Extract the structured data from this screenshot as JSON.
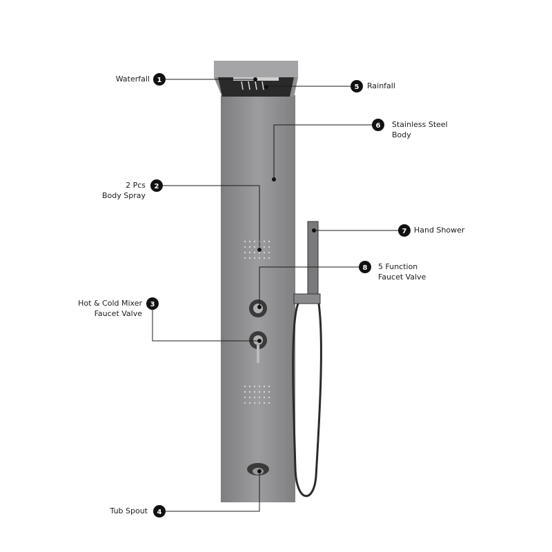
{
  "callouts": [
    {
      "number": "1",
      "label": "Waterfall"
    },
    {
      "number": "2",
      "label_line1": "2 Pcs",
      "label_line2": "Body Spray"
    },
    {
      "number": "3",
      "label_line1": "Hot & Cold Mixer",
      "label_line2": "Faucet Valve"
    },
    {
      "number": "4",
      "label": "Tub Spout"
    },
    {
      "number": "5",
      "label": "Rainfall"
    },
    {
      "number": "6",
      "label_line1": "Stainless Steel",
      "label_line2": "Body"
    },
    {
      "number": "7",
      "label": "Hand Shower"
    },
    {
      "number": "8",
      "label_line1": "5 Function",
      "label_line2": "Faucet Valve"
    }
  ],
  "colors": {
    "panel": "#8a8a8c",
    "callout_badge": "#111111",
    "line": "#1a1a1a"
  }
}
